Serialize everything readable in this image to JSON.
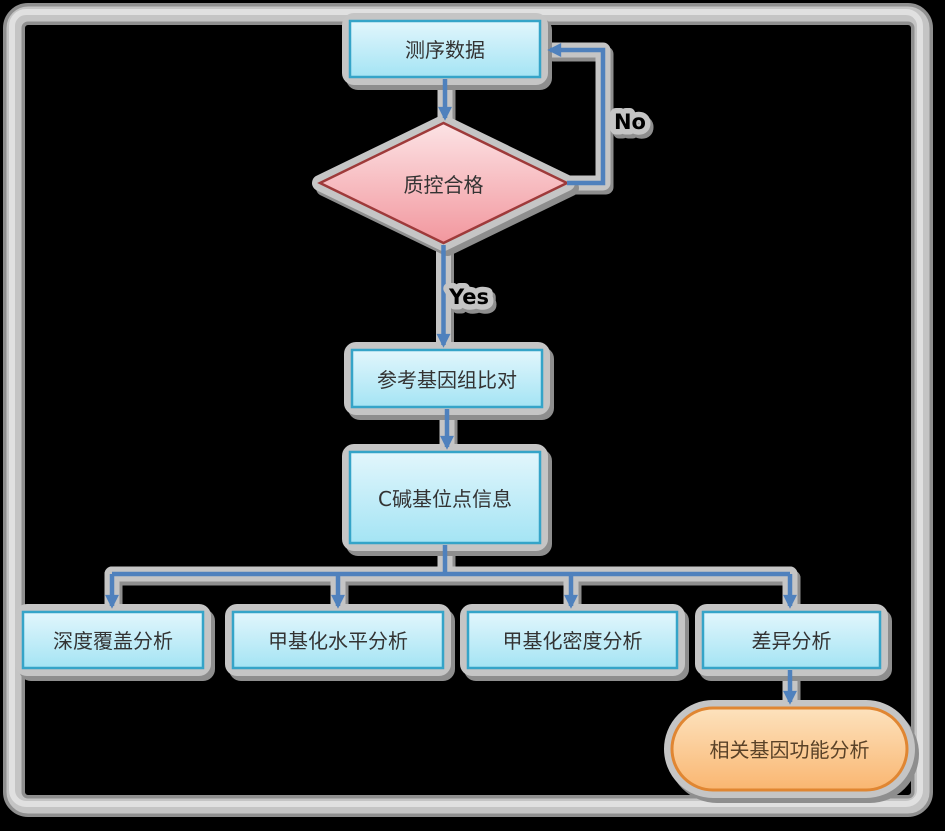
{
  "diagram": {
    "type": "flowchart",
    "nodes": {
      "sequencing": {
        "label": "测序数据",
        "shape": "process"
      },
      "qc": {
        "label": "质控合格",
        "shape": "decision"
      },
      "align": {
        "label": "参考基因组比对",
        "shape": "process"
      },
      "cbase": {
        "label": "C碱基位点信息",
        "shape": "process"
      },
      "depth": {
        "label": "深度覆盖分析",
        "shape": "process"
      },
      "level": {
        "label": "甲基化水平分析",
        "shape": "process"
      },
      "density": {
        "label": "甲基化密度分析",
        "shape": "process"
      },
      "diff": {
        "label": "差异分析",
        "shape": "process"
      },
      "func": {
        "label": "相关基因功能分析",
        "shape": "terminal"
      }
    },
    "edge_labels": {
      "no": "No",
      "yes": "Yes"
    },
    "colors": {
      "background": "#000000",
      "frame_dark": "#8f8f8f",
      "frame_mid": "#c4c4c4",
      "frame_light": "#e0e0e0",
      "casing_light": "#c5c5c5",
      "casing_dark": "#8e8e8e",
      "connector_blue": "#4f81bd",
      "process_border": "#35a4c8",
      "process_fill_top": "#e2f6fc",
      "process_fill_bottom": "#a4e4f4",
      "decision_border": "#9e3a3a",
      "decision_fill_top": "#fce3e5",
      "decision_fill_bottom": "#f2979e",
      "terminal_border": "#e08632",
      "terminal_fill_top": "#fde2bd",
      "terminal_fill_bottom": "#f9b671",
      "node_text": "#333333",
      "terminal_text": "#5a4228",
      "edge_label_text": "#000000"
    }
  }
}
